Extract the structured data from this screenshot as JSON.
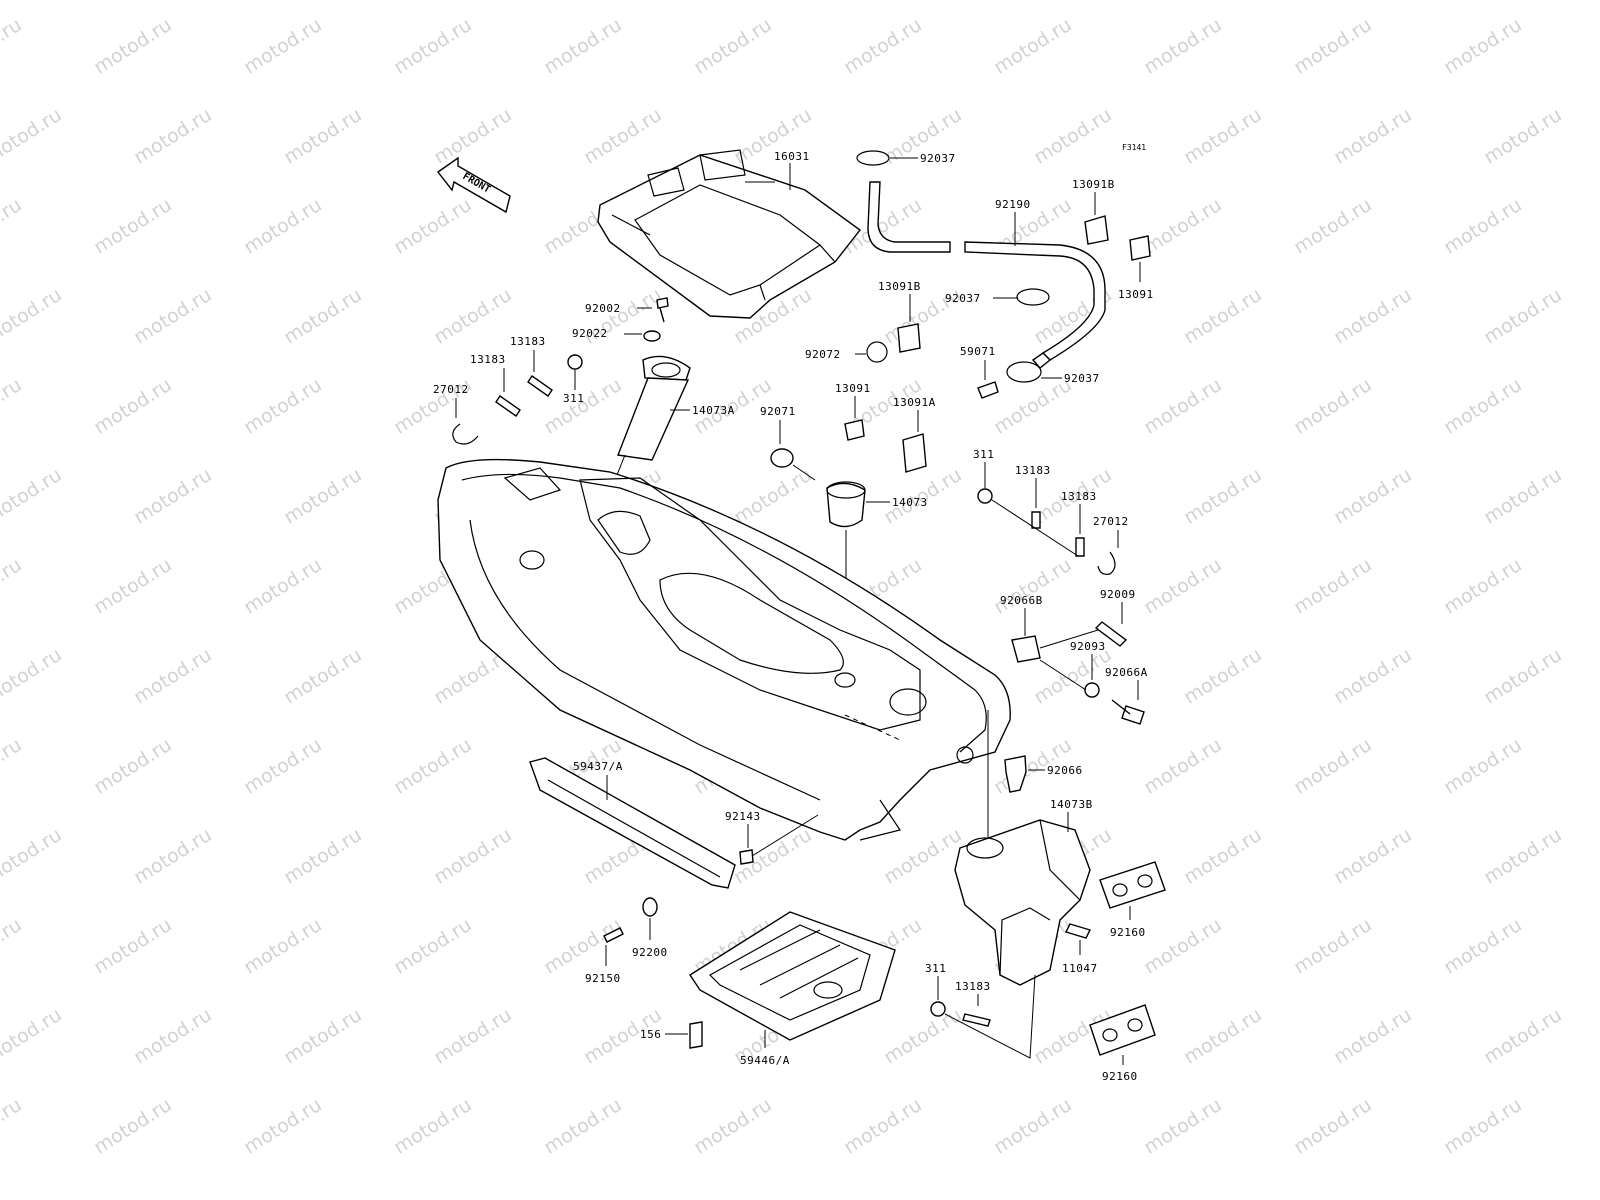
{
  "watermark": "motod.ru",
  "figure_ref": "F3141",
  "front_label": "FRONT",
  "labels": {
    "l16031": "16031",
    "l92037a": "92037",
    "l13091b_top": "13091B",
    "l92190": "92190",
    "l13091_top": "13091",
    "l92037b": "92037",
    "l13091b_mid": "13091B",
    "l92002": "92002",
    "l92022": "92022",
    "l13183a": "13183",
    "l13183b": "13183",
    "l311a": "311",
    "l27012a": "27012",
    "l14073a": "14073A",
    "l92072": "92072",
    "l59071": "59071",
    "l92037c": "92037",
    "l13091_mid": "13091",
    "l13091a": "13091A",
    "l92071": "92071",
    "l14073": "14073",
    "l311b": "311",
    "l13183c": "13183",
    "l13183d": "13183",
    "l27012b": "27012",
    "l92066b": "92066B",
    "l92009": "92009",
    "l92093": "92093",
    "l92066a": "92066A",
    "l92066": "92066",
    "l14073b": "14073B",
    "l59437": "59437/A",
    "l92143": "92143",
    "l92160a": "92160",
    "l11047": "11047",
    "l92200": "92200",
    "l92150": "92150",
    "l311c": "311",
    "l13183e": "13183",
    "l156": "156",
    "l59446": "59446/A",
    "l92160b": "92160"
  }
}
